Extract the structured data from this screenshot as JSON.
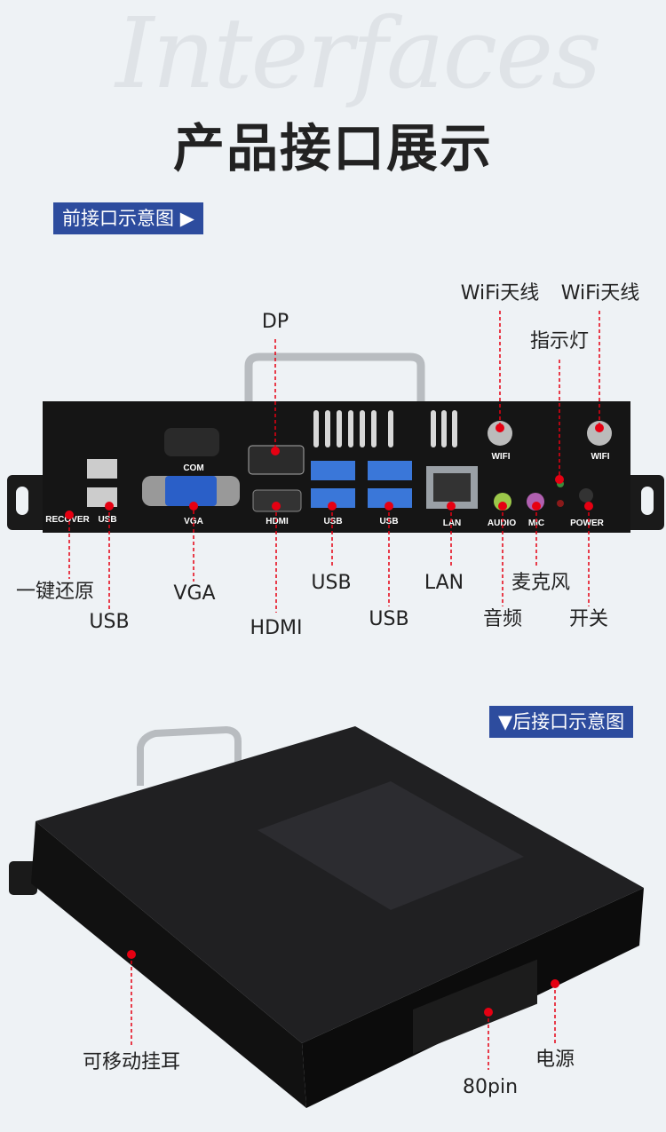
{
  "watermark": "Interfaces",
  "title": "产品接口展示",
  "front": {
    "badge": "前接口示意图",
    "badge_icon": "triangle-right-icon",
    "callouts": {
      "wifi1": "WiFi天线",
      "wifi2": "WiFi天线",
      "indicator": "指示灯",
      "dp": "DP",
      "recover": "一键还原",
      "usb1": "USB",
      "vga": "VGA",
      "hdmi": "HDMI",
      "usb2": "USB",
      "usb3": "USB",
      "lan": "LAN",
      "mic": "麦克风",
      "audio": "音频",
      "power": "开关"
    },
    "panel_labels": {
      "recover": "RECOVER",
      "usb": "USB",
      "com": "COM",
      "vga": "VGA",
      "hdmi": "HDMI",
      "usb2": "USB",
      "usb3": "USB",
      "lan": "LAN",
      "audio": "AUDIO",
      "mic": "MIC",
      "power": "POWER",
      "wifi": "WIFI"
    }
  },
  "back": {
    "badge": "后接口示意图",
    "badge_icon": "triangle-down-icon",
    "callouts": {
      "ear": "可移动挂耳",
      "pin": "80pin",
      "power": "电源"
    }
  },
  "colors": {
    "accent": "#2d4c9e",
    "marker": "#e60012"
  }
}
